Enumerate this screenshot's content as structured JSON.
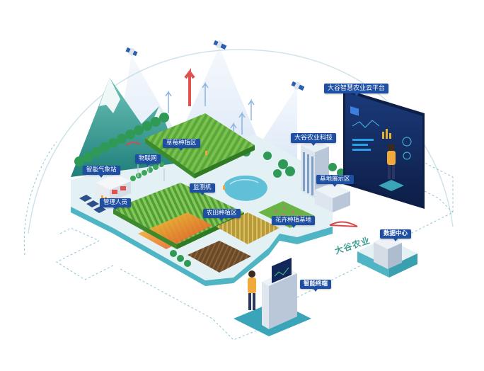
{
  "labels": {
    "platform": "大谷智慧农业云平台",
    "tech": "大谷农业科技",
    "showcase": "基地展示区",
    "strawberry": "草莓种植区",
    "iot": "物联网",
    "weather": "智能气象站",
    "monitor": "监测机",
    "staff": "管理人员",
    "farmland": "农田种植区",
    "flowers": "花卉种植基地",
    "datacenter": "数据中心",
    "terminal": "智能终端",
    "brand": "大谷农业"
  },
  "colors": {
    "label_bg": "#1f4fa3",
    "base_top": "#e3f0f4",
    "base_side": "#4fb5c4",
    "grass": "#5fae3f",
    "screen": "#12285a",
    "accent_red": "#e0524d"
  }
}
